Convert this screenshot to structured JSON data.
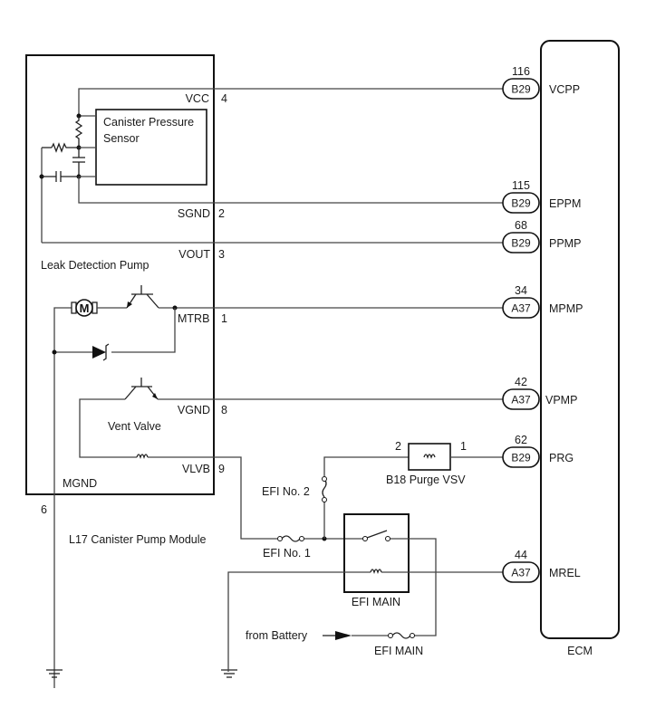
{
  "diagram": {
    "modules": {
      "canister_pump_module": {
        "label": "L17 Canister Pump Module",
        "ground_pin": "6",
        "mgnd_label": "MGND"
      },
      "leak_detection_pump": {
        "label": "Leak Detection Pump"
      },
      "canister_pressure_sensor": {
        "line1": "Canister Pressure",
        "line2": "Sensor"
      },
      "vent_valve": {
        "label": "Vent Valve"
      },
      "ecm": {
        "label": "ECM"
      },
      "purge_vsv": {
        "label": "B18 Purge VSV",
        "pin_left": "2",
        "pin_right": "1"
      },
      "efi_main_relay": {
        "label": "EFI MAIN"
      }
    },
    "module_pins": [
      {
        "name": "VCC",
        "pin": "4"
      },
      {
        "name": "SGND",
        "pin": "2"
      },
      {
        "name": "VOUT",
        "pin": "3"
      },
      {
        "name": "MTRB",
        "pin": "1"
      },
      {
        "name": "VGND",
        "pin": "8"
      },
      {
        "name": "VLVB",
        "pin": "9"
      }
    ],
    "ecm_terminals": [
      {
        "connector": "B29",
        "pin": "116",
        "signal": "VCPP"
      },
      {
        "connector": "B29",
        "pin": "115",
        "signal": "EPPM"
      },
      {
        "connector": "B29",
        "pin": "68",
        "signal": "PPMP"
      },
      {
        "connector": "A37",
        "pin": "34",
        "signal": "MPMP"
      },
      {
        "connector": "A37",
        "pin": "42",
        "signal": "VPMP"
      },
      {
        "connector": "B29",
        "pin": "62",
        "signal": "PRG"
      },
      {
        "connector": "A37",
        "pin": "44",
        "signal": "MREL"
      }
    ],
    "fuses": {
      "efi_no1": "EFI No. 1",
      "efi_no2": "EFI No. 2",
      "efi_main": "EFI MAIN"
    },
    "battery_label": "from Battery",
    "motor_symbol": "M"
  }
}
